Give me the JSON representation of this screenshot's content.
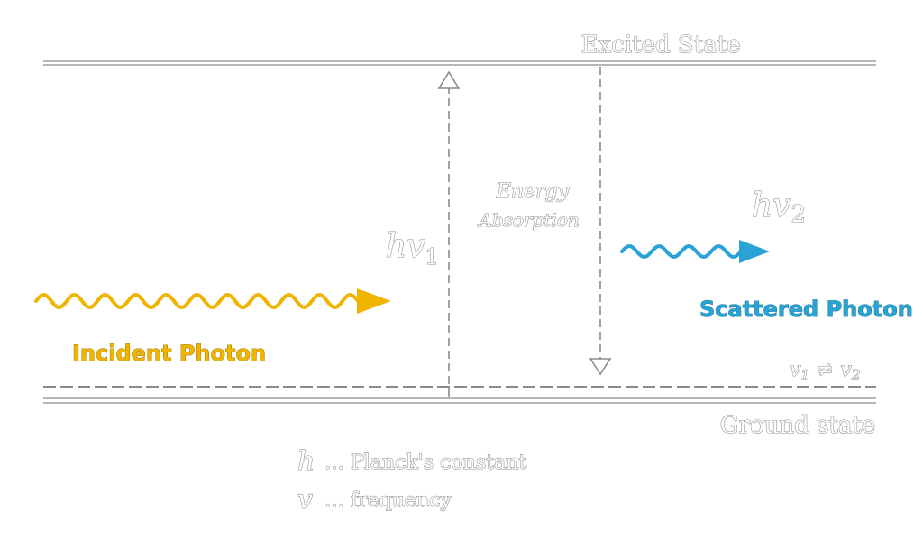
{
  "levels": {
    "excited_label": "Excited State",
    "ground_label": "Ground state"
  },
  "absorption": {
    "line1": "Energy",
    "line2": "Absorption"
  },
  "incident": {
    "label": "Incident Photon",
    "color": "#f0b400",
    "energy": {
      "h": "h",
      "nu": "v",
      "sub": "1"
    }
  },
  "scattered": {
    "label": "Scattered Photon",
    "color": "#29a3d6",
    "energy": {
      "h": "h",
      "nu": "v",
      "sub": "2"
    }
  },
  "inequality": {
    "nu1": "v",
    "sub1": "1",
    "neq": "≠",
    "nu2": "v",
    "sub2": "2"
  },
  "legend": {
    "h_symbol": "h",
    "h_text": "… Planck's constant",
    "nu_symbol": "v",
    "nu_text": "… frequency"
  }
}
